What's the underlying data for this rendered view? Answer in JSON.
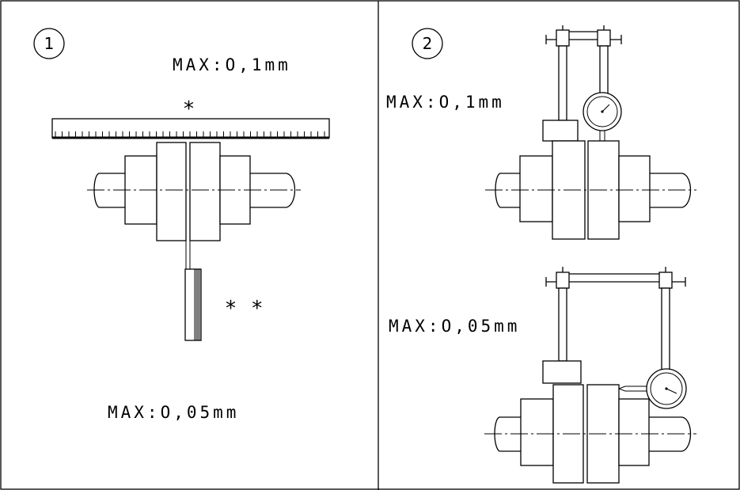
{
  "panel_left": {
    "step_number": "1",
    "max_label_top": "MAX:O,1mm",
    "single_mark": "*",
    "double_mark": "* *",
    "max_label_bottom": "MAX:O,05mm"
  },
  "panel_right": {
    "step_number": "2",
    "max_label_top": "MAX:O,1mm",
    "max_label_bottom": "MAX:O,05mm"
  }
}
